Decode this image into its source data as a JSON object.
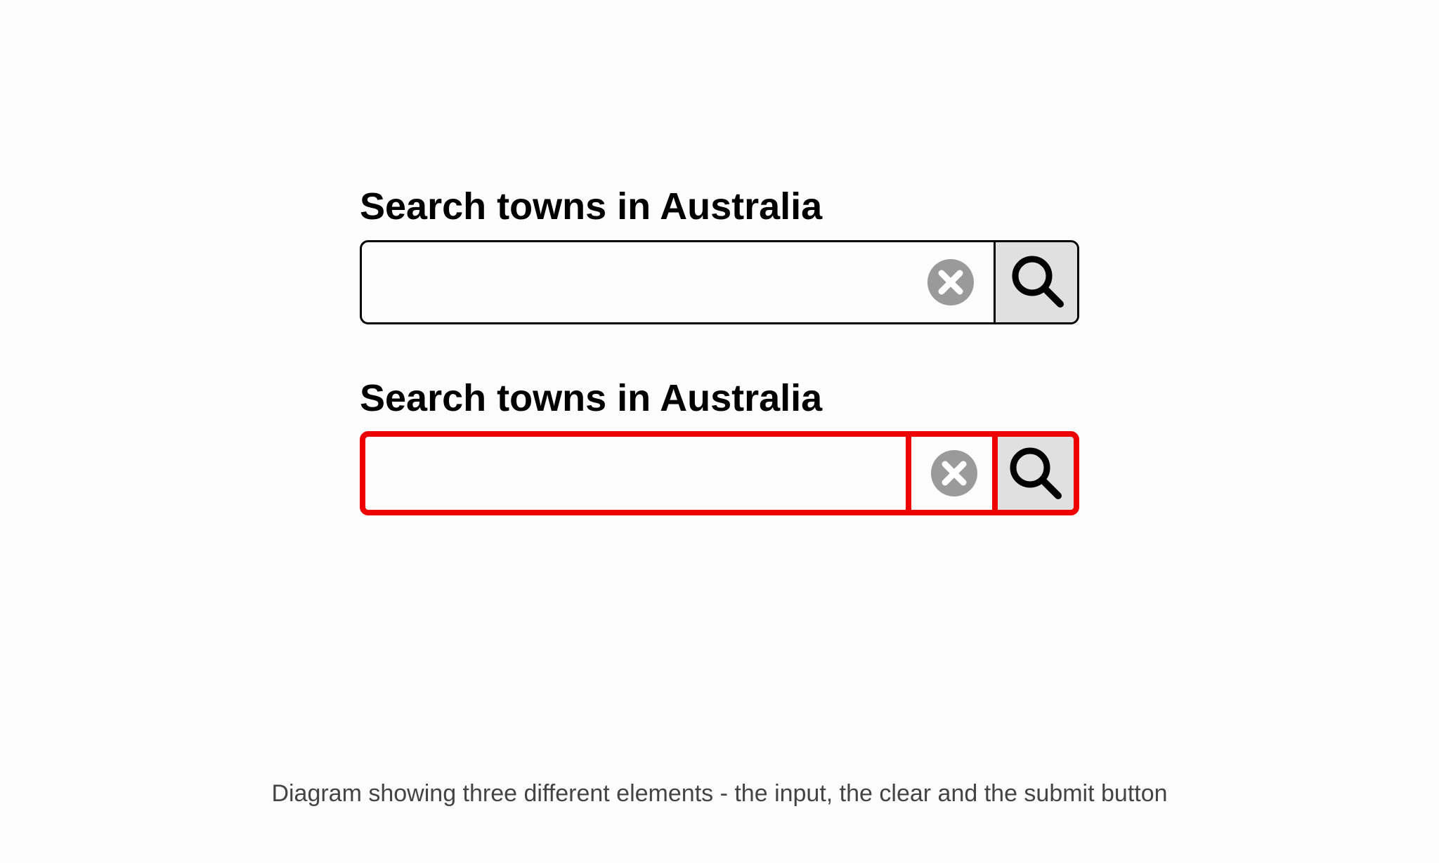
{
  "search_example_1": {
    "heading": "Search towns in Australia",
    "input_value": "",
    "clear_icon": "clear-circle-x-icon",
    "submit_icon": "magnifier-search-icon"
  },
  "search_example_2": {
    "heading": "Search towns in Australia",
    "input_value": "",
    "clear_icon": "clear-circle-x-icon",
    "submit_icon": "magnifier-search-icon",
    "highlight_color": "#ee0000"
  },
  "colors": {
    "clear_icon": "#9a9a9a",
    "submit_background": "#e0e0e0",
    "border": "#000000",
    "caption_text": "#444444"
  },
  "caption": "Diagram showing three different elements - the input, the clear and the submit button"
}
